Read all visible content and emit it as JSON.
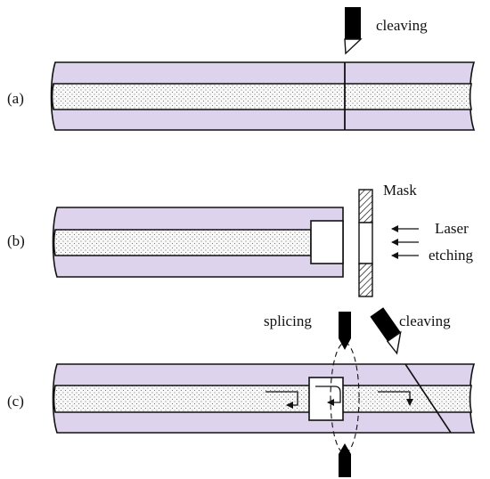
{
  "colors": {
    "cladding": "#ddd3ec",
    "core": "#f7f7f7",
    "outline": "#111111",
    "blade": "#000000"
  },
  "panels": [
    {
      "id": "a",
      "label": "(a)",
      "annotations": [
        "cleaving"
      ]
    },
    {
      "id": "b",
      "label": "(b)",
      "annotations": [
        "Mask",
        "Laser",
        "etching"
      ]
    },
    {
      "id": "c",
      "label": "(c)",
      "annotations": [
        "splicing",
        "cleaving"
      ]
    }
  ],
  "icons": [
    "cleaving-blade-icon",
    "mask-icon",
    "laser-arrow-icon",
    "splicing-electrode-icon",
    "light-path-arrow-icon"
  ]
}
